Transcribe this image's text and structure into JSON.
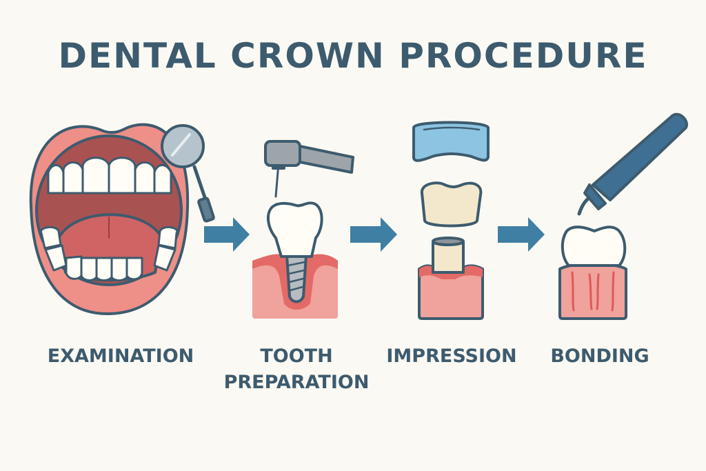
{
  "title": "DENTAL CROWN PROCEDURE",
  "steps": [
    {
      "label": "EXAMINATION"
    },
    {
      "label_line1": "TOOTH",
      "label_line2": "PREPARATION"
    },
    {
      "label": "IMPRESSION"
    },
    {
      "label": "BONDING"
    }
  ],
  "colors": {
    "outline": "#3d5b6e",
    "arrow": "#3f7fa3",
    "lip": "#ee8f88",
    "gum": "#f0a29c",
    "crown_blue": "#8cc4e2",
    "crown_cream": "#f3e8cc"
  }
}
